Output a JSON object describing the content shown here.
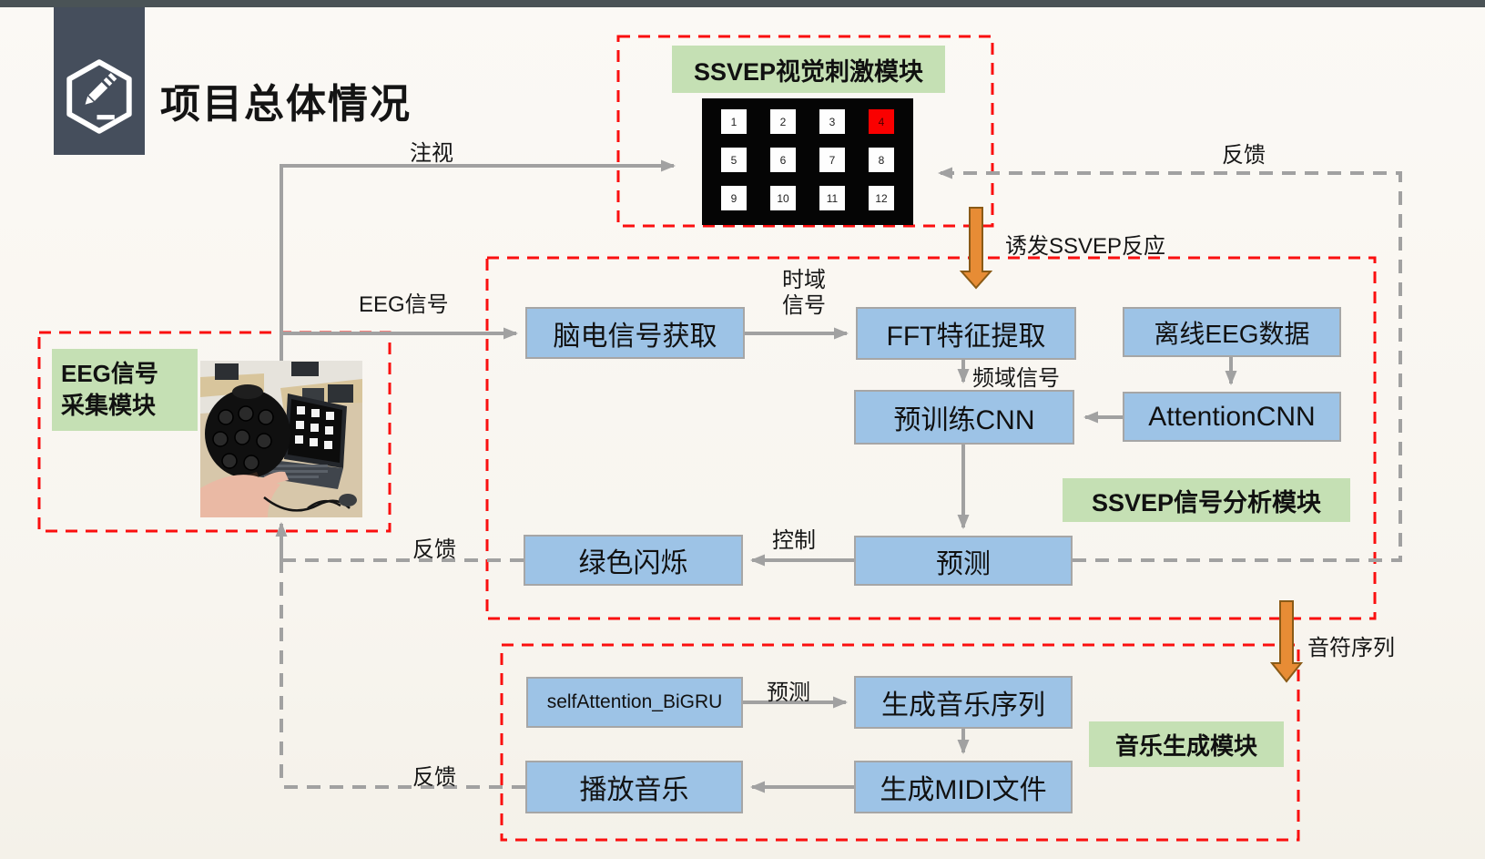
{
  "page": {
    "title": "项目总体情况"
  },
  "modules": {
    "stimulus": {
      "label": "SSVEP视觉刺激模块"
    },
    "eeg_collection": {
      "label_line1": "EEG信号",
      "label_line2": "采集模块"
    },
    "analysis": {
      "label": "SSVEP信号分析模块"
    },
    "music": {
      "label": "音乐生成模块"
    }
  },
  "keypad": {
    "cells": [
      "1",
      "2",
      "3",
      "4",
      "5",
      "6",
      "7",
      "8",
      "9",
      "10",
      "11",
      "12"
    ],
    "active_cell": "4"
  },
  "nodes": {
    "eeg_acquire": "脑电信号获取",
    "fft": "FFT特征提取",
    "offline_eeg": "离线EEG数据",
    "pretrained_cnn": "预训练CNN",
    "attention_cnn": "AttentionCNN",
    "predict": "预测",
    "green_flash": "绿色闪烁",
    "self_attention_bigru": "selfAttention_BiGRU",
    "gen_music_seq": "生成音乐序列",
    "play_music": "播放音乐",
    "gen_midi": "生成MIDI文件"
  },
  "edge_labels": {
    "gaze": "注视",
    "feedback_top": "反馈",
    "feedback_mid": "反馈",
    "feedback_bottom": "反馈",
    "eeg_signal": "EEG信号",
    "time_domain_line1": "时域",
    "time_domain_line2": "信号",
    "freq_domain": "频域信号",
    "evoke_ssvep": "诱发SSVEP反应",
    "control": "控制",
    "predict": "预测",
    "note_sequence": "音符序列"
  },
  "colors": {
    "accent-red": "#FA0F0F",
    "node-blue": "#9DC3E6",
    "label-green": "#C5E0B4",
    "arrow-orange": "#E78C35",
    "arrow-orange-border": "#8A5A16",
    "connector-gray": "#A1A1A1",
    "topbar-dark": "#4A5356",
    "iconbox-dark": "#454E5C",
    "keypad-active-red": "#FA0000"
  }
}
